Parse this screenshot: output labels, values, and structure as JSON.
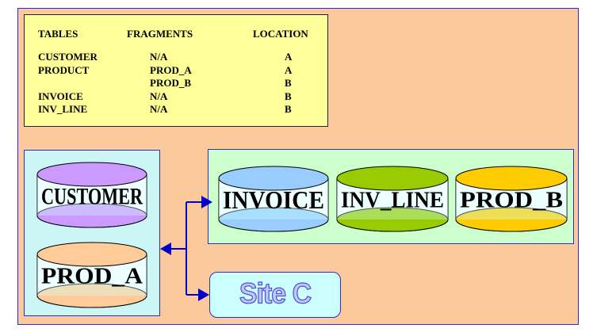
{
  "legend": {
    "headers": {
      "tables": "TABLES",
      "fragments": "FRAGMENTS",
      "location": "LOCATION"
    },
    "rows": [
      {
        "table": "CUSTOMER",
        "fragment": "N/A",
        "location": "A"
      },
      {
        "table": "PRODUCT",
        "fragment": "PROD_A",
        "location": "A"
      },
      {
        "table": "",
        "fragment": "PROD_B",
        "location": "B"
      },
      {
        "table": "INVOICE",
        "fragment": "N/A",
        "location": "B"
      },
      {
        "table": "INV_LINE",
        "fragment": "N/A",
        "location": "B"
      }
    ]
  },
  "site_a": {
    "databases": [
      {
        "label": "CUSTOMER",
        "top_color": "#cc99ff",
        "bottom_color": "#cc99ff"
      },
      {
        "label": "PROD_A",
        "top_color": "#ffcc99",
        "bottom_color": "#ffcc99"
      }
    ]
  },
  "site_b": {
    "databases": [
      {
        "label": "INVOICE",
        "top_color": "#99ccff",
        "bottom_color": "#99ccff"
      },
      {
        "label": "INV_LINE",
        "top_color": "#99cc00",
        "bottom_color": "#99cc00"
      },
      {
        "label": "PROD_B",
        "top_color": "#ffcc00",
        "bottom_color": "#ffcc00"
      }
    ]
  },
  "site_c": {
    "label": "Site C"
  },
  "colors": {
    "border": "#2b2bd0",
    "arrow": "#0000cc",
    "background": "#fcc99c"
  }
}
